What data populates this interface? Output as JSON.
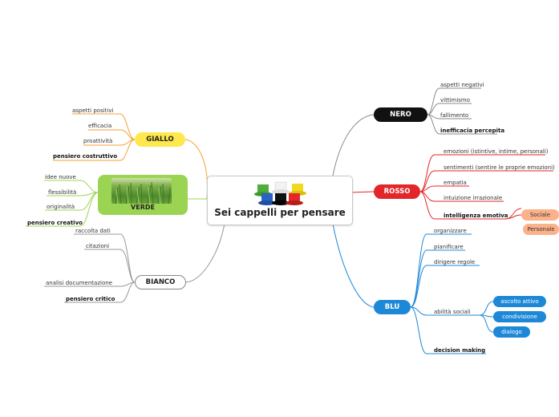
{
  "central": {
    "title": "Sei cappelli per pensare",
    "image": "six-colored-top-hats-icon"
  },
  "giallo": {
    "label": "GIALLO",
    "color": "#ffe84d",
    "line_color": "#f5a033",
    "items": [
      "aspetti positivi",
      "efficacia",
      "proattività",
      "pensiero costruttivo"
    ]
  },
  "verde": {
    "label": "VERDE",
    "color": "#9bd452",
    "line_color": "#9bd452",
    "image": "grass-field-icon",
    "items": [
      "idee nuove",
      "flessibilità",
      "originalità",
      "pensiero creativo"
    ]
  },
  "bianco": {
    "label": "BIANCO",
    "color": "#ffffff",
    "line_color": "#999999",
    "items": [
      "raccolta dati",
      "citazioni",
      "analisi documentazione",
      "pensiero critico"
    ]
  },
  "nero": {
    "label": "NERO",
    "color": "#111111",
    "line_color": "#8a8a8a",
    "items": [
      "aspetti negativi",
      "vittimismo",
      "fallimento",
      "inefficacia percepita"
    ]
  },
  "rosso": {
    "label": "ROSSO",
    "color": "#e3262a",
    "line_color": "#e3262a",
    "items": [
      "emozioni (istintive, intime, personali)",
      "sentimenti (sentire le proprie emozioni)",
      "empatia",
      "intuizione irrazionale",
      "intelligenza emotiva"
    ],
    "sub_items": [
      "Sociale",
      "Personale"
    ],
    "sub_color": "#fbb18a"
  },
  "blu": {
    "label": "BLU",
    "color": "#1e88d8",
    "line_color": "#1e88d8",
    "items": [
      "organizzare",
      "pianificare",
      "dirigere regole",
      "abilità sociali",
      "decision making"
    ],
    "sub_items": [
      "ascolto attivo",
      "condivisione",
      "dialogo"
    ]
  }
}
